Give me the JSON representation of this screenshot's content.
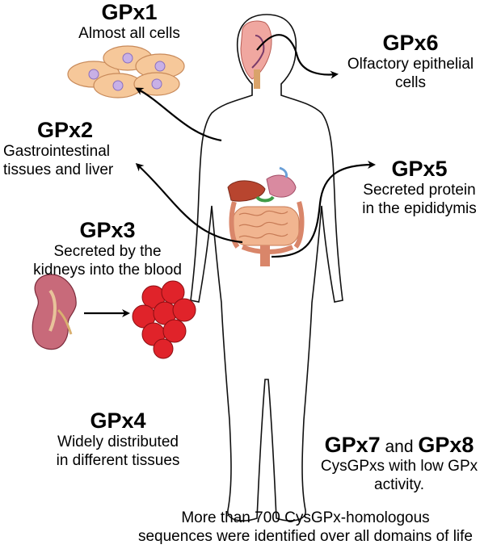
{
  "gpx1": {
    "title": "GPx1",
    "desc": [
      "Almost all cells"
    ]
  },
  "gpx2": {
    "title": "GPx2",
    "desc": [
      "Gastrointestinal",
      "tissues and liver"
    ]
  },
  "gpx3": {
    "title": "GPx3",
    "desc": [
      "Secreted by the",
      "kidneys into the blood"
    ]
  },
  "gpx4": {
    "title": "GPx4",
    "desc": [
      "Widely distributed",
      "in different tissues"
    ]
  },
  "gpx5": {
    "title": "GPx5",
    "desc": [
      "Secreted protein",
      "in the epididymis"
    ]
  },
  "gpx6": {
    "title": "GPx6",
    "desc": [
      "Olfactory epithelial",
      "cells"
    ]
  },
  "gpx78": {
    "title_a": "GPx7",
    "joiner": " and ",
    "title_b": "GPx8",
    "desc": [
      "CysGPxs with low GPx",
      "activity."
    ]
  },
  "footer": [
    "More than 700 CysGPx-homologous",
    "sequences were identified over all domains of life"
  ],
  "colors": {
    "cell_fill": "#f6c89a",
    "cell_stroke": "#c88a5a",
    "nucleus": "#c8b0e6",
    "blood": "#e0232a",
    "kidney": "#c86a7a",
    "outline": "#111111"
  },
  "icons": [
    "cells-cluster-icon",
    "kidney-icon",
    "red-blood-cells-icon",
    "human-body-outline-icon",
    "digestive-organs-icon",
    "head-organs-icon"
  ]
}
